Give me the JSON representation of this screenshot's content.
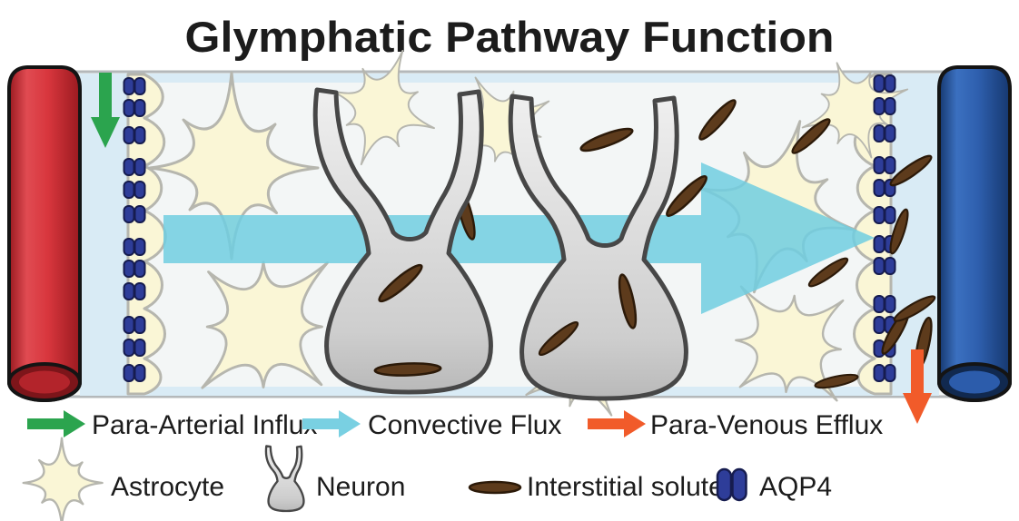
{
  "title": "Glymphatic Pathway Function",
  "legend": {
    "flux": [
      {
        "label": "Para-Arterial Influx",
        "icon": "green-right-arrow-icon",
        "color": "#2ba44e"
      },
      {
        "label": "Convective Flux",
        "icon": "cyan-right-arrow-icon",
        "color": "#79d0e2"
      },
      {
        "label": "Para-Venous Efflux",
        "icon": "orange-right-arrow-icon",
        "color": "#f15b2a"
      }
    ],
    "structures": [
      {
        "label": "Astrocyte",
        "icon": "astrocyte-icon"
      },
      {
        "label": "Neuron",
        "icon": "neuron-icon"
      },
      {
        "label": "Interstitial solute",
        "icon": "interstitial-solute-icon"
      },
      {
        "label": "AQP4",
        "icon": "aqp4-channel-icon"
      }
    ]
  },
  "diagram": {
    "para_arterial_influx_color": "#2ba44e",
    "convective_flux_color": "#70cee0",
    "para_venous_efflux_color": "#f15b2a",
    "artery_color": "#d8363d",
    "vein_color": "#2e5fae",
    "aqp4_color": "#2e3d99",
    "astrocyte_fill": "#faf6d6",
    "astrocyte_stroke": "#b6b6ae",
    "solute_color": "#5d3b1c",
    "neuron_outline": "#474747",
    "panel_fill": "#f3f6f6",
    "csf_space_color": "#d9ebf5"
  }
}
